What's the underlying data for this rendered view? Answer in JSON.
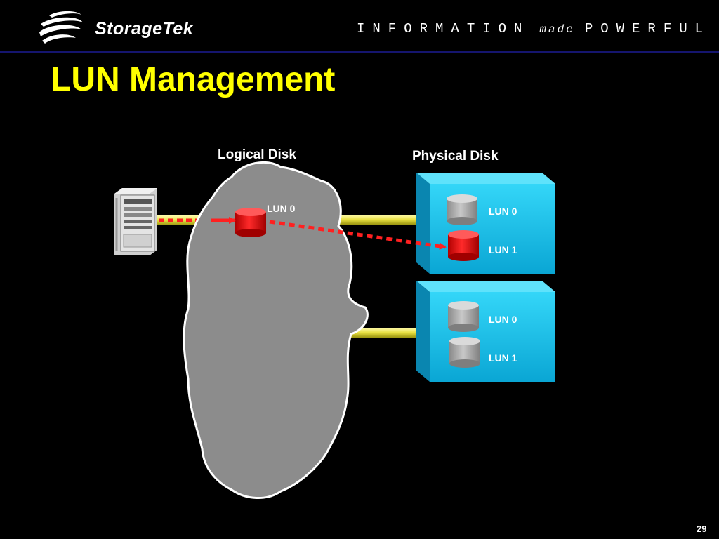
{
  "header": {
    "brand": "StorageTek",
    "tagline_left": "INFORMATION",
    "tagline_mid": "made",
    "tagline_right": "POWERFUL"
  },
  "title": "LUN Management",
  "diagram": {
    "logical_disk_label": "Logical Disk",
    "physical_disk_label": "Physical Disk",
    "logical_lun_label": "LUN 0",
    "array_top": {
      "lun0": "LUN 0",
      "lun1": "LUN 1"
    },
    "array_bottom": {
      "lun0": "LUN 0",
      "lun1": "LUN 1"
    }
  },
  "colors": {
    "title": "#ffff00",
    "cloud": "#8c8c8c",
    "array": "#19c8f0",
    "active_lun": "#e00000",
    "inactive_lun": "#a6a6a6",
    "mapping_arrow": "#ff2020",
    "connector": "#ffff66"
  },
  "page_number": "29"
}
